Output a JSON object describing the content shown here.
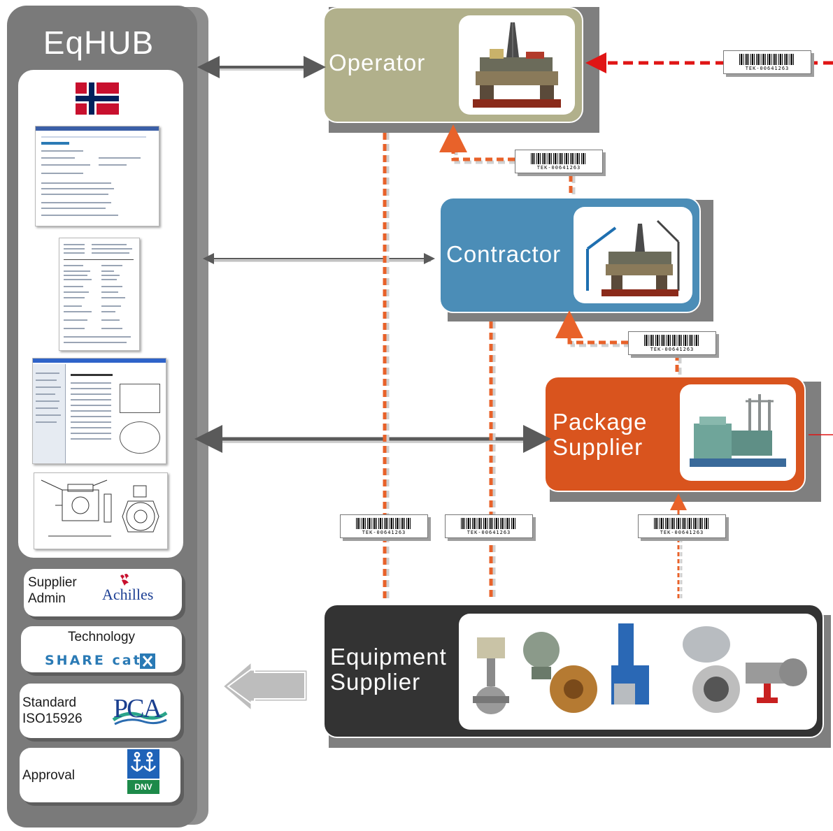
{
  "hub": {
    "title": "EqHUB",
    "supplier_admin_label": "Supplier\nAdmin",
    "achilles_logo_text": "Achilles",
    "technology_label": "Technology",
    "sharecat_logo_text": "SHARE cat",
    "standard_label": "Standard\nISO15926",
    "pca_logo_text": "PCA",
    "approval_label": "Approval",
    "dnv_logo_text": "DNV"
  },
  "roles": {
    "operator": "Operator",
    "contractor": "Contractor",
    "package_supplier": "Package\nSupplier",
    "equipment_supplier": "Equipment\nSupplier"
  },
  "barcode_code": "TEK-00641263",
  "colors": {
    "hub_gray": "#7a7a7a",
    "operator": "#b1b08b",
    "contractor": "#4b8db7",
    "package_supplier": "#d9541e",
    "equipment_supplier": "#333333",
    "flow_dashed": "#e8622a",
    "red_arrow": "#e01515"
  }
}
